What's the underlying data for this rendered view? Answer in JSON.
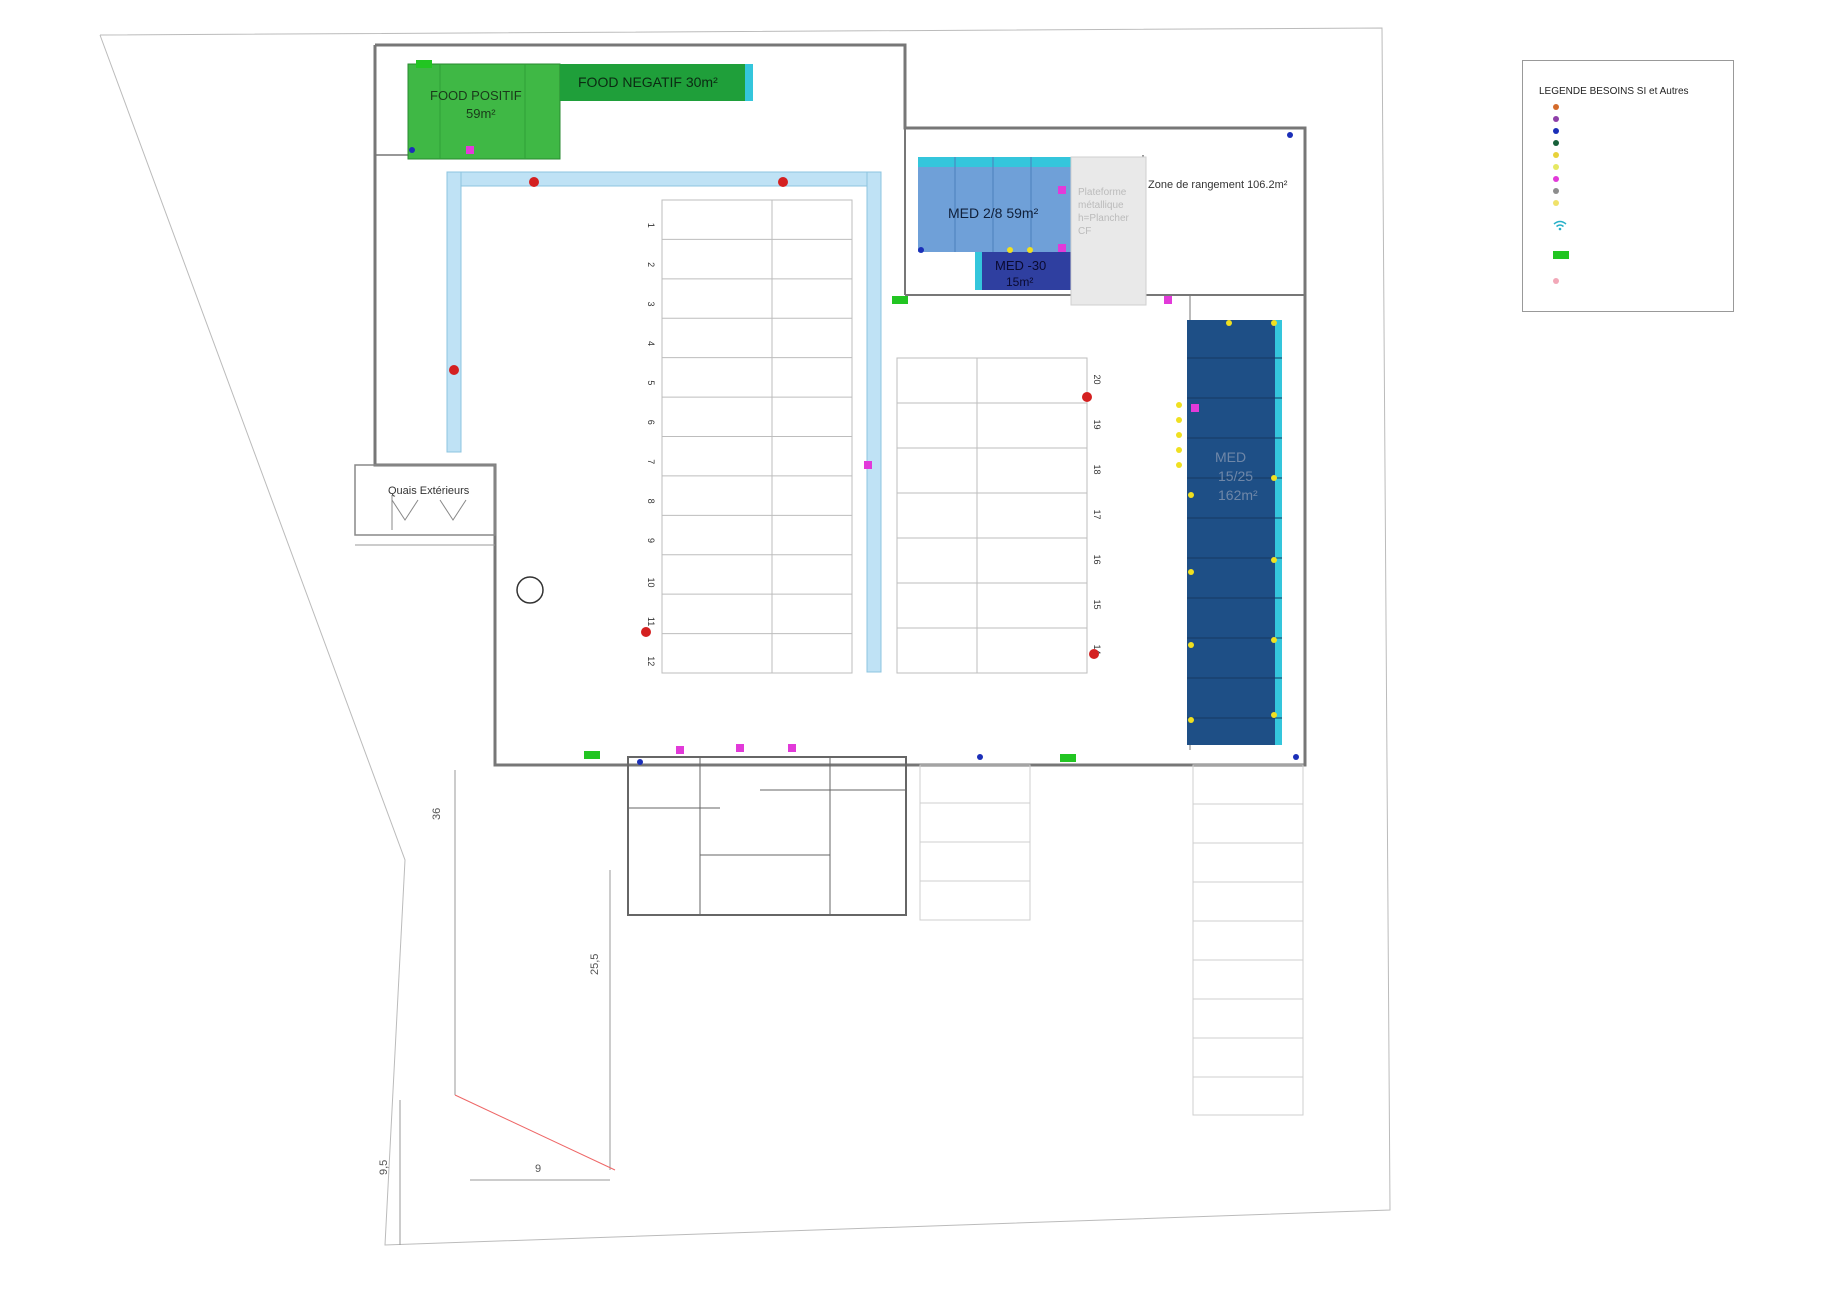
{
  "rooms": {
    "food_positif": "FOOD POSITIF",
    "food_positif_area": "59m²",
    "food_negatif": "FOOD NEGATIF  30m²",
    "med28": "MED 2/8  59m²",
    "med30": "MED -30",
    "med30_area": "15m²",
    "plateforme_line1": "Plateforme",
    "plateforme_line2": "métallique",
    "plateforme_line3": "h=Plancher",
    "plateforme_line4": "CF",
    "zone_rangement": "Zone de rangement  106.2m²",
    "med1525_line1": "MED",
    "med1525_line2": "15/25",
    "med1525_line3": "162m²",
    "quais": "Quais Extérieurs"
  },
  "bays_left": [
    "1",
    "2",
    "3",
    "4",
    "5",
    "6",
    "7",
    "8",
    "9",
    "10",
    "11",
    "12"
  ],
  "bays_right": [
    "20",
    "19",
    "18",
    "17",
    "16",
    "15",
    "14"
  ],
  "dimensions": {
    "d36": "36",
    "d255": "25,5",
    "d95": "9,5",
    "d9": "9"
  },
  "legend": {
    "title": "LEGENDE BESOINS SI et Autres",
    "items": [
      {
        "color": "#d46a2a"
      },
      {
        "color": "#8e3fa8"
      },
      {
        "color": "#1b2fb8"
      },
      {
        "color": "#17603a"
      },
      {
        "color": "#e8d23a"
      },
      {
        "color": "#e6e862"
      },
      {
        "color": "#e23ad9"
      },
      {
        "color": "#8d8d8d"
      },
      {
        "color": "#f0e26a"
      }
    ],
    "wifi_color": "#27b0c8",
    "green_tag_color": "#22c522",
    "pink_dot_color": "#f2a8b8"
  },
  "colors": {
    "food_positif": "#3fb845",
    "food_negatif": "#1f9f3a",
    "med28": "#6fa0d8",
    "med30": "#2f3fa0",
    "med1525": "#1e4f86",
    "cyan": "#34c6dc",
    "conveyor": "#bfe2f5",
    "wall": "#777777",
    "red_dot": "#d42020",
    "yellow_dot": "#f0e020",
    "magenta": "#e23ad9",
    "blue": "#1b2fb8"
  }
}
